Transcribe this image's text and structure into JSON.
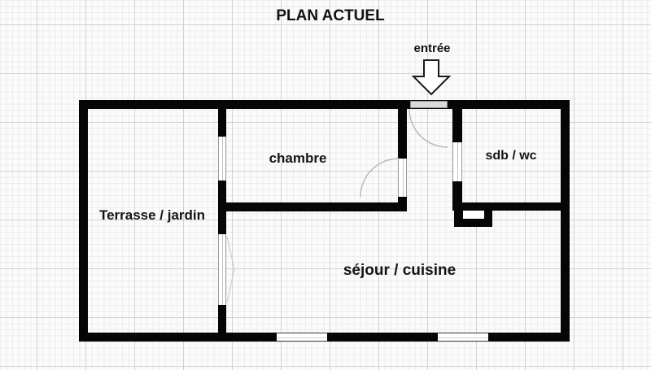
{
  "title": "PLAN ACTUEL",
  "entrance": {
    "label": "entrée"
  },
  "rooms": [
    {
      "id": "terrasse-jardin",
      "label": "Terrasse / jardin"
    },
    {
      "id": "chambre",
      "label": "chambre"
    },
    {
      "id": "sdb-wc",
      "label": "sdb / wc"
    },
    {
      "id": "sejour-cuisine",
      "label": "séjour / cuisine"
    }
  ],
  "colors": {
    "wall": "#060606",
    "text": "#151515",
    "door_leaf": "#d9d9d9",
    "opening_frame": "#9a9a9a",
    "grid_minor": "#ededed",
    "grid_major": "#d2d2d2",
    "background": "#fbfbfb"
  }
}
